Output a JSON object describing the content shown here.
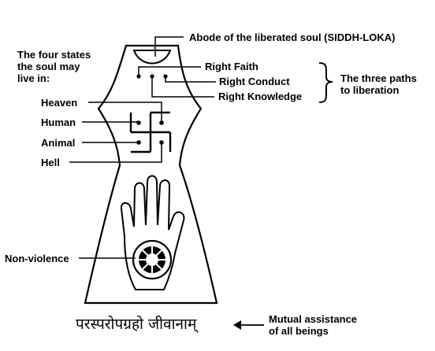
{
  "labels": {
    "siddh_loka": "Abode of the liberated soul (SIDDH-LOKA)",
    "four_states": "The four states\nthe soul may\nlive in:",
    "heaven": "Heaven",
    "human": "Human",
    "animal": "Animal",
    "hell": "Hell",
    "right_faith": "Right Faith",
    "right_conduct": "Right Conduct",
    "right_knowledge": "Right Knowledge",
    "three_paths": "The three paths\nto liberation",
    "non_violence": "Non-violence",
    "motto_script": "परस्परोपग्रहो जीवानाम्",
    "mutual_assistance": "Mutual assistance\nof all beings"
  },
  "colors": {
    "ink": "#000000",
    "background": "#ffffff"
  }
}
